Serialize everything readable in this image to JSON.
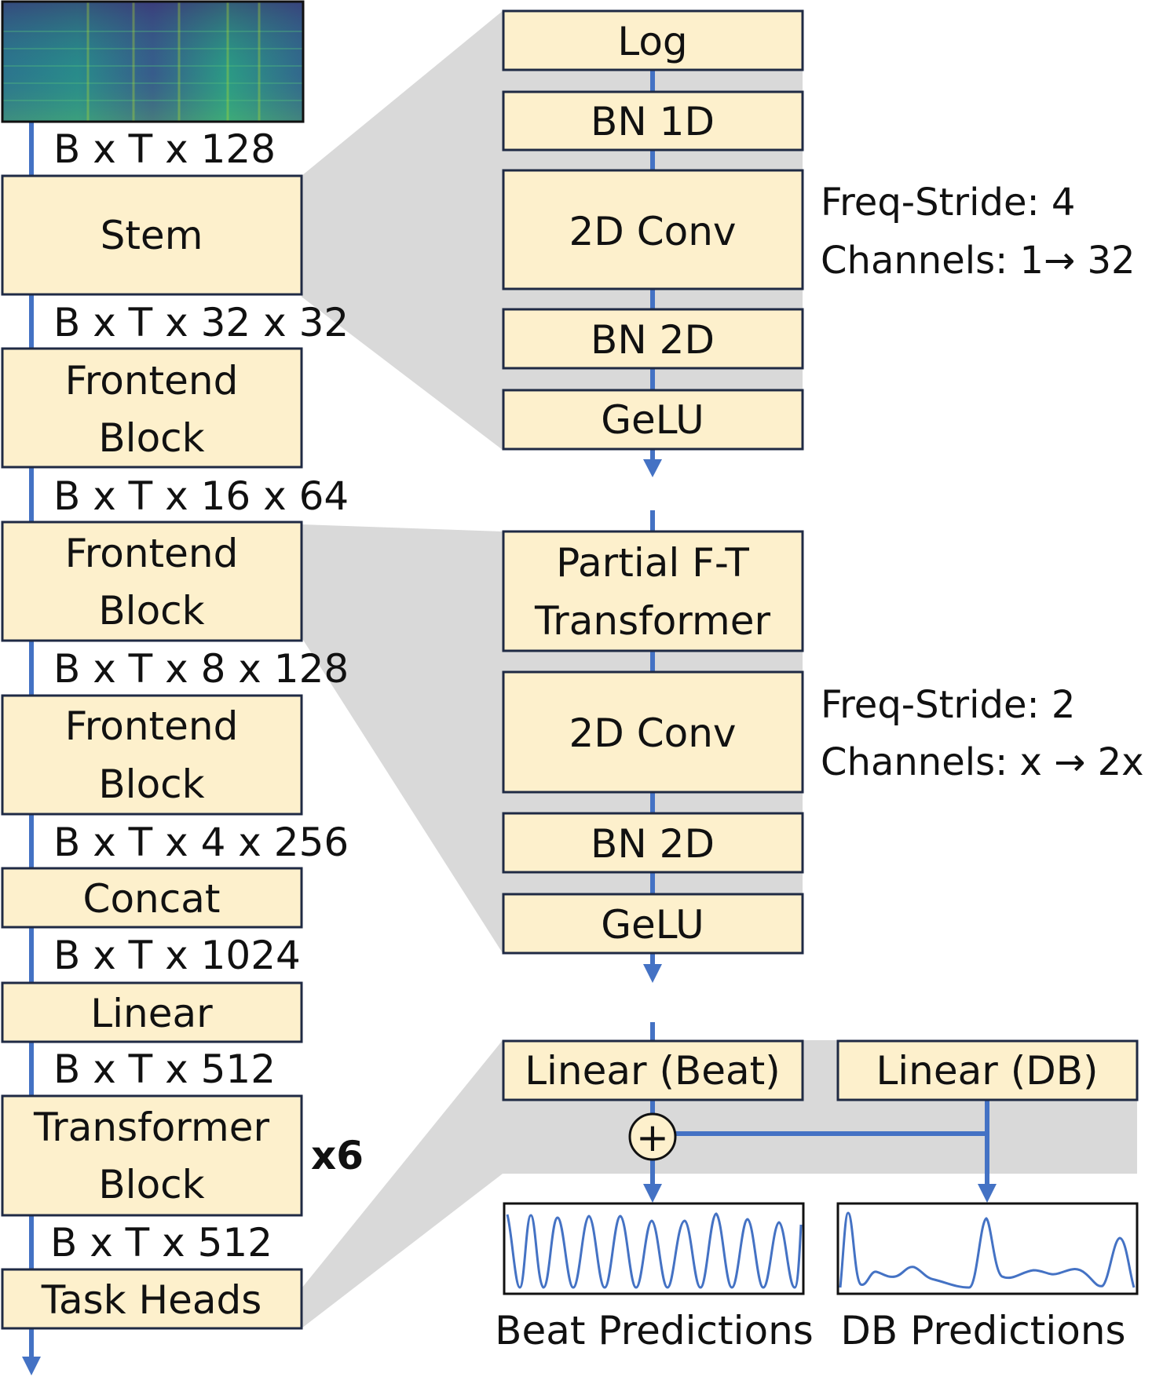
{
  "pipeline": {
    "input_dim": "B x T x 128",
    "stem": "Stem",
    "dim_after_stem": "B x T x 32 x 32",
    "frontend_1": [
      "Frontend",
      "Block"
    ],
    "dim_after_fe1": "B x T x 16 x 64",
    "frontend_2": [
      "Frontend",
      "Block"
    ],
    "dim_after_fe2": "B x T x 8 x 128",
    "frontend_3": [
      "Frontend",
      "Block"
    ],
    "dim_after_fe3": "B x T x 4 x 256",
    "concat": "Concat",
    "dim_after_concat": "B x T x 1024",
    "linear": "Linear",
    "dim_after_linear": "B x T x 512",
    "transformer": [
      "Transformer",
      "Block"
    ],
    "repeat": "x6",
    "dim_after_transformer": "B x T x 512",
    "task_heads": "Task Heads"
  },
  "stem_detail": {
    "log": "Log",
    "bn1d": "BN 1D",
    "conv": "2D Conv",
    "conv_note": [
      "Freq-Stride: 4",
      "Channels: 1→ 32"
    ],
    "bn2d": "BN 2D",
    "gelu": "GeLU"
  },
  "frontend_detail": {
    "transformer": [
      "Partial F-T",
      "Transformer"
    ],
    "conv": "2D Conv",
    "conv_note": [
      "Freq-Stride: 2",
      "Channels: x → 2x"
    ],
    "bn2d": "BN 2D",
    "gelu": "GeLU"
  },
  "heads_detail": {
    "beat_head": "Linear (Beat)",
    "db_head": "Linear (DB)",
    "add_symbol": "+",
    "beat_caption": "Beat Predictions",
    "db_caption": "DB Predictions"
  }
}
